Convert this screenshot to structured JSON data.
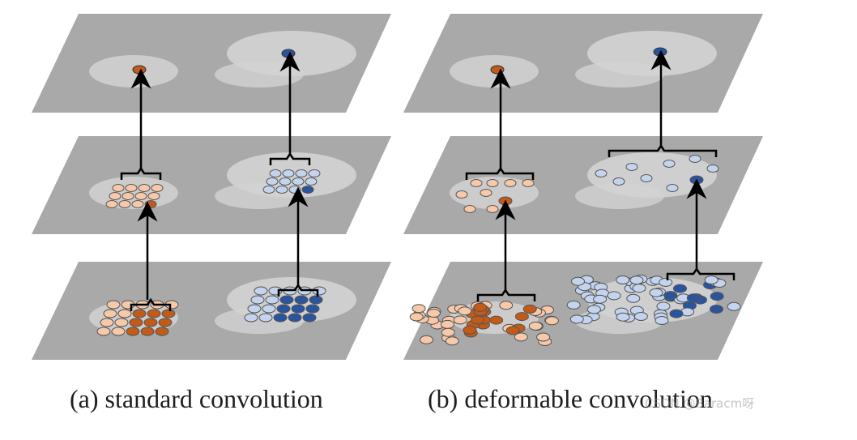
{
  "captions": {
    "a": "(a) standard convolution",
    "b": "(b) deformable convolution"
  },
  "watermark": "CSDN @Baracm呀",
  "colors": {
    "plane_fill": "#a8a8a8",
    "orange_light": "#f7c9a9",
    "orange_dark": "#c25a18",
    "blue_light": "#c4d4ef",
    "blue_dark": "#2a54a0",
    "arrow": "#000000"
  },
  "layers_per_panel": 3,
  "standard_convolution": {
    "sampling_grid": "3x3 regular"
  },
  "deformable_convolution": {
    "sampling_grid": "3x3 with learned offsets"
  }
}
